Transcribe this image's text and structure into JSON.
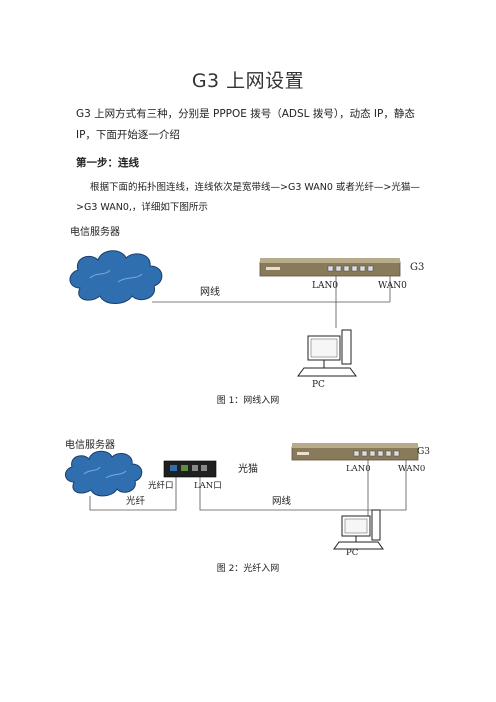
{
  "doc": {
    "title": "G3 上网设置",
    "intro": "G3 上网方式有三种，分别是 PPPOE 拨号（ADSL 拨号），动态 IP，静态 IP，下面开始逐一介绍",
    "step1": "第一步：连线",
    "desc": "根据下面的拓扑图连线，连线依次是宽带线—>G3 WAN0 或者光纤—>光猫—>G3 WAN0,，详细如下图所示"
  },
  "figure1": {
    "server_label": "电信服务器",
    "device_label": "G3",
    "lan_label": "LAN0",
    "wan_label": "WAN0",
    "cable_label": "网线",
    "pc_label": "PC",
    "caption": "图 1：网线入网"
  },
  "figure2": {
    "server_label": "电信服务器",
    "device_label": "G3",
    "modem_label": "光猫",
    "fiber_port_label": "光纤口",
    "lan_port_label": "LAN口",
    "lan_label": "LAN0",
    "wan_label": "WAN0",
    "fiber_label": "光纤",
    "cable_label": "网线",
    "pc_label": "PC",
    "caption": "图 2：光纤入网"
  },
  "colors": {
    "cloud": "#2f6fb0",
    "router": "#8a7a5c",
    "line": "#555555"
  }
}
